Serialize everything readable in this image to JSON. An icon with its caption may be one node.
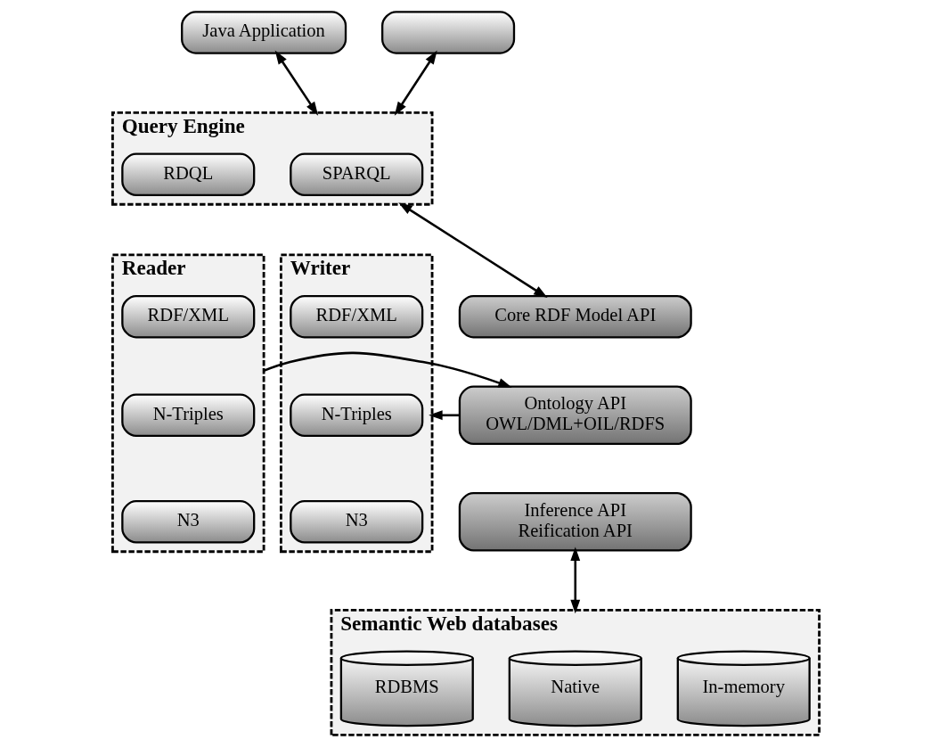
{
  "diagram": {
    "nodes": [
      {
        "text": [
          "Java Application"
        ]
      },
      {
        "text": [],
        "shape": "box"
      },
      {
        "text": [
          "Query Engine"
        ]
      },
      {
        "text": [
          "SPARQL"
        ],
        "in": 2
      },
      {
        "text": [
          "RDQL"
        ],
        "in": 2
      },
      {
        "text": [
          "Core RDF Model API"
        ]
      },
      {
        "text": [
          "Ontology API",
          "OWL/DML+OIL/RDFS"
        ]
      },
      {
        "text": [
          "Inference API",
          "Reification API"
        ]
      },
      {
        "text": [
          "Reader"
        ]
      },
      {
        "text": [
          "RDF/XML"
        ],
        "in": 8
      },
      {
        "text": [
          "N-Triples"
        ],
        "in": 8
      },
      {
        "text": [
          "N3"
        ],
        "in": 8
      },
      {
        "text": [
          "Writer"
        ]
      },
      {
        "text": [
          "RDF/XML"
        ],
        "in": 12
      },
      {
        "text": [
          "N-Triples"
        ],
        "in": 12
      },
      {
        "text": [
          "N3"
        ],
        "in": 12
      },
      {
        "text": [
          "Semantic Web databases"
        ]
      },
      {
        "text": [
          "In-memory"
        ],
        "in": 16
      },
      {
        "text": [
          "Native"
        ],
        "in": 16
      },
      {
        "text": [
          "RDBMS"
        ],
        "in": 16
      }
    ],
    "edges": [
      {
        "from": 0,
        "to": 2,
        "arrow": "both"
      },
      {
        "from": 1,
        "to": 2,
        "arrow": "both"
      },
      {
        "from": 2,
        "to": 5,
        "arrow": "both"
      },
      {
        "from": 8,
        "to": 6,
        "arrow": "to"
      },
      {
        "from": 6,
        "to": 12,
        "arrow": "to"
      },
      {
        "from": 7,
        "to": 16,
        "arrow": "both"
      }
    ]
  }
}
